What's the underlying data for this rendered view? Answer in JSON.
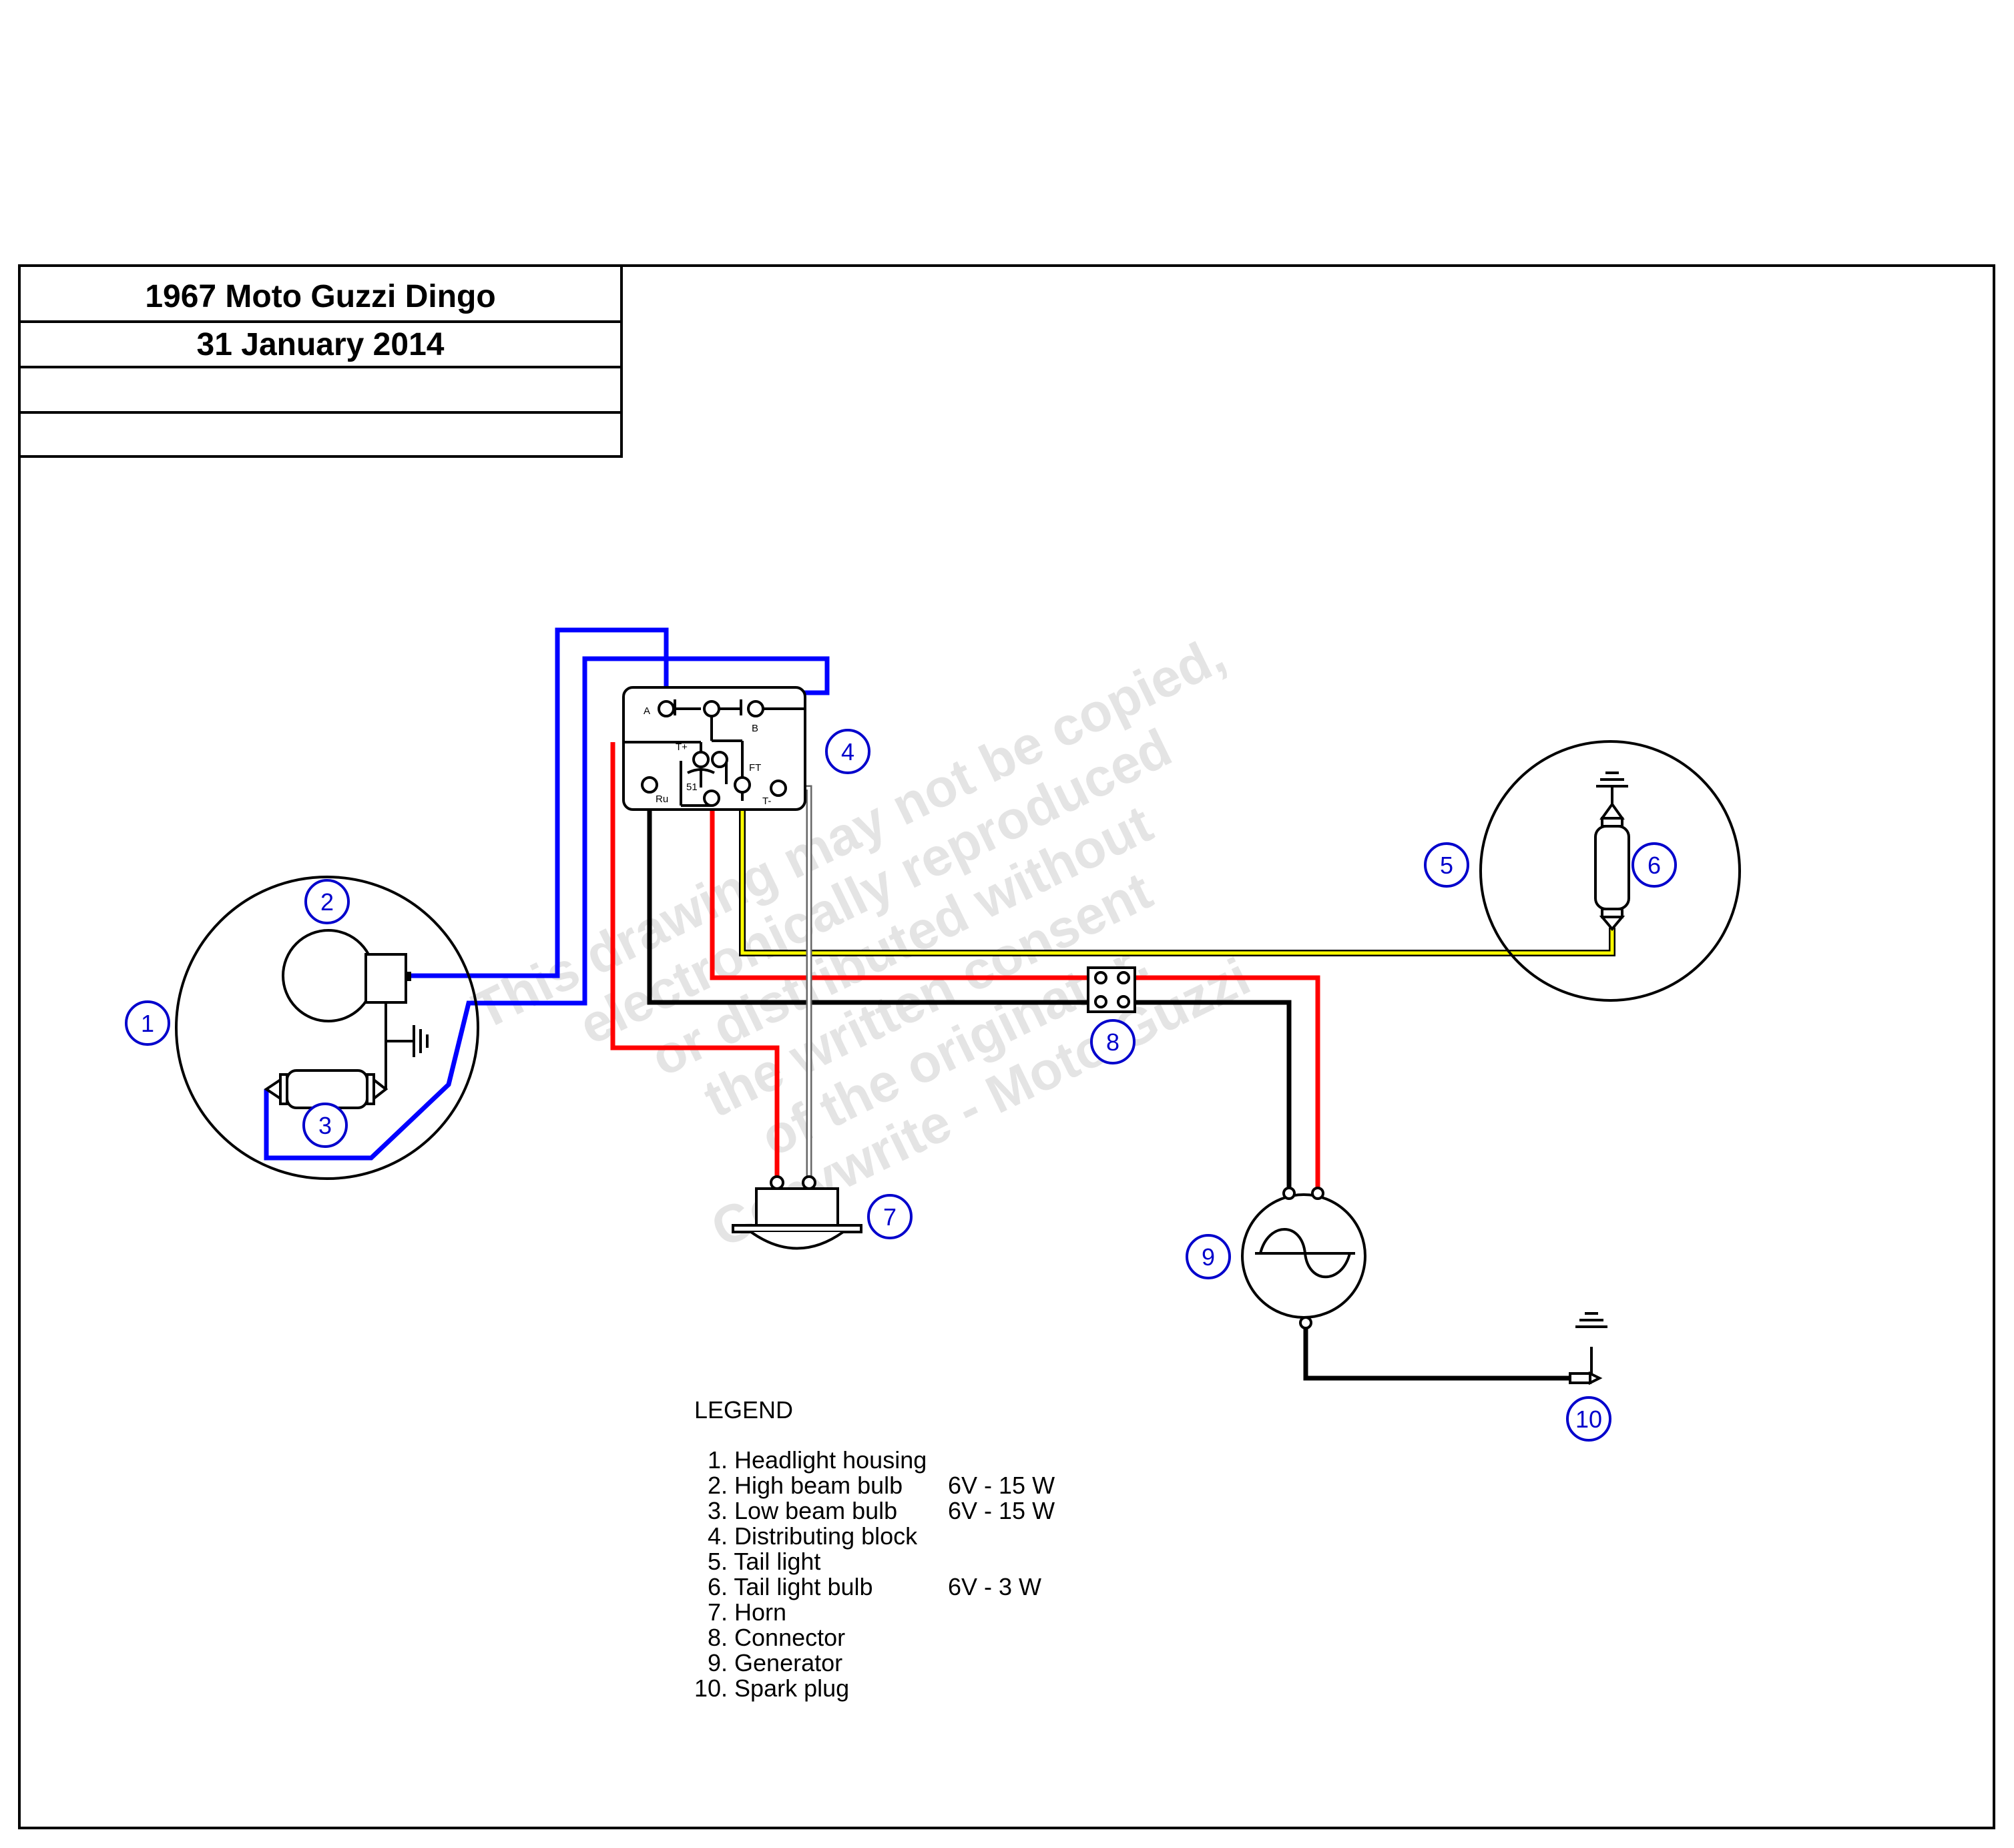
{
  "title_block": {
    "title": "1967 Moto Guzzi Dingo",
    "date": "31 January 2014"
  },
  "watermark": [
    "This drawing may not be copied,",
    "electronically reproduced",
    "or distributed without",
    "the written consent",
    "of the originator.",
    "Copywrite - Moto Guzzi"
  ],
  "component_numbers": [
    "1",
    "2",
    "3",
    "4",
    "5",
    "6",
    "7",
    "8",
    "9",
    "10"
  ],
  "terminals": {
    "A": "A",
    "B": "B",
    "T_plus": "T+",
    "T_minus": "T-",
    "FT": "FT",
    "t51": "51",
    "Ru": "Ru"
  },
  "legend": {
    "heading": "LEGEND",
    "items": [
      {
        "label": "1. Headlight housing",
        "rating": ""
      },
      {
        "label": "2. High beam bulb",
        "rating": "6V - 15 W"
      },
      {
        "label": "3. Low beam bulb",
        "rating": "6V - 15 W"
      },
      {
        "label": "4. Distributing block",
        "rating": ""
      },
      {
        "label": "5. Tail light",
        "rating": ""
      },
      {
        "label": "6. Tail light bulb",
        "rating": "6V - 3 W"
      },
      {
        "label": "7. Horn",
        "rating": ""
      },
      {
        "label": "8. Connector",
        "rating": ""
      },
      {
        "label": "9. Generator",
        "rating": ""
      },
      {
        "label": "10. Spark plug",
        "rating": ""
      }
    ]
  },
  "colors": {
    "frame": "#000000",
    "wire_blue": "#0000ff",
    "wire_red": "#ff0000",
    "wire_black": "#000000",
    "wire_yellow": "#ffff00",
    "callout": "#0000cc"
  }
}
